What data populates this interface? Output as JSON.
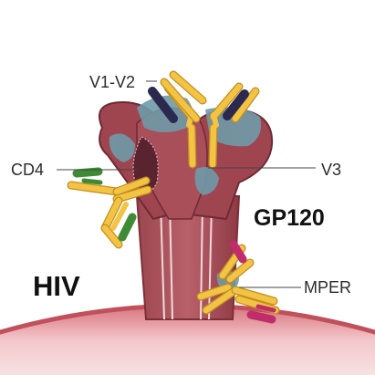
{
  "labels": {
    "v1v2": "V1-V2",
    "cd4": "CD4",
    "v3": "V3",
    "gp120": "GP120",
    "hiv": "HIV",
    "mper": "MPER"
  },
  "colors": {
    "membrane": "#c75a65",
    "membrane_dark": "#a8404b",
    "spike": "#8f3a44",
    "spike_light": "#c97b84",
    "stem_line": "#f3d9dc",
    "glycan": "#6f9aa8",
    "antibody": "#f2c344",
    "antibody_outline": "#c28f1e",
    "fab_navy": "#2b2a4e",
    "fab_green": "#3e8a35",
    "fab_magenta": "#c12d6b"
  }
}
